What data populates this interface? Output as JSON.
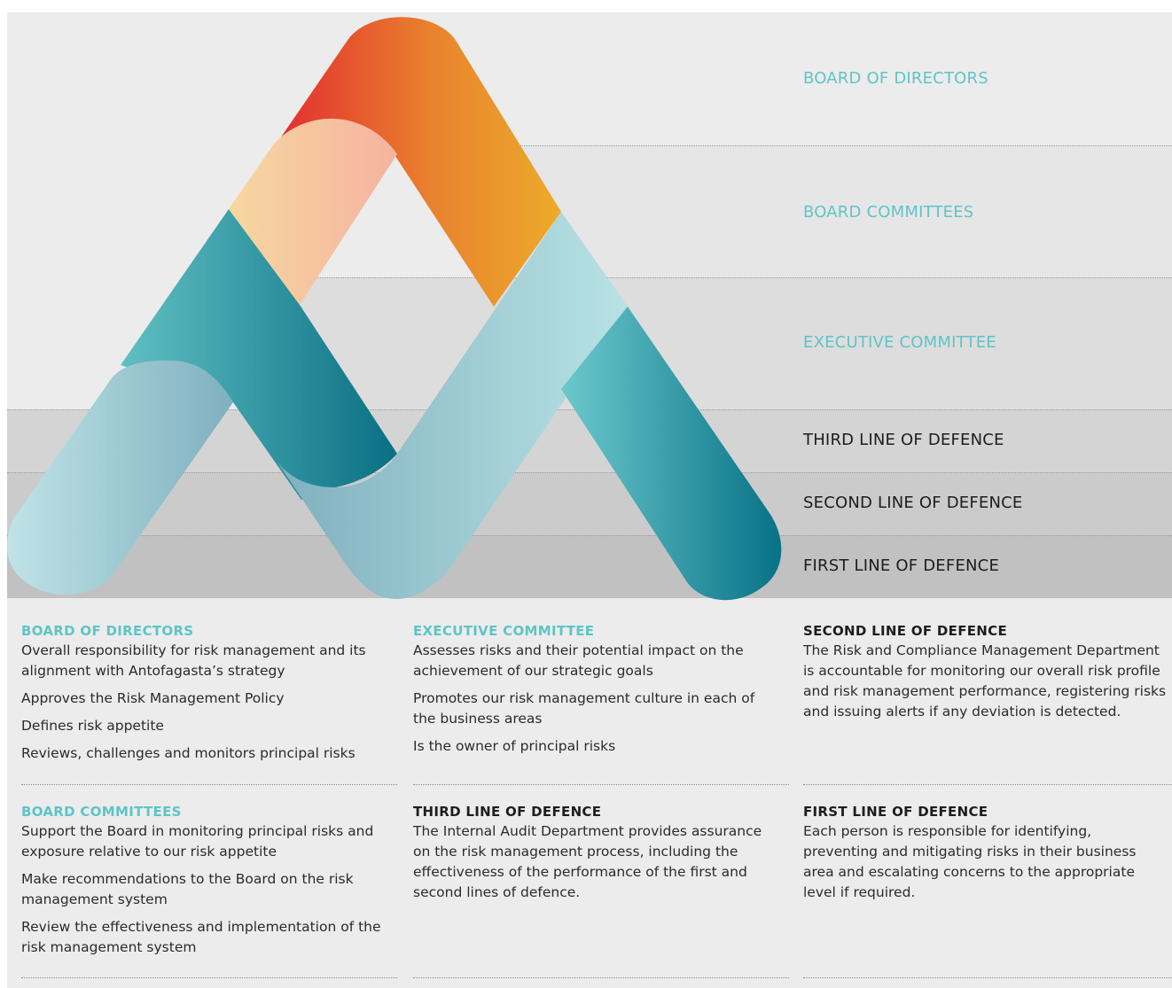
{
  "colors": {
    "background": "#ececec",
    "teal_text": "#5fc4c6",
    "dark_text": "#1d1d1b",
    "red": "#e12b2f",
    "orange": "#e9822e",
    "amber": "#ecab2a",
    "peach": "#f6c9a3",
    "teal_dark": "#0a7085",
    "teal_light": "#b7dfe4"
  },
  "tiers": [
    {
      "label": "BOARD OF DIRECTORS",
      "style": "teal"
    },
    {
      "label": "BOARD COMMITTEES",
      "style": "teal"
    },
    {
      "label": "EXECUTIVE COMMITTEE",
      "style": "teal"
    },
    {
      "label": "THIRD LINE OF DEFENCE",
      "style": "dark"
    },
    {
      "label": "SECOND LINE OF DEFENCE",
      "style": "dark"
    },
    {
      "label": "FIRST LINE OF DEFENCE",
      "style": "dark"
    }
  ],
  "board_of_directors": {
    "title": "BOARD OF DIRECTORS",
    "items": [
      "Overall responsibility for risk management and its alignment with Antofagasta’s strategy",
      "Approves the Risk Management Policy",
      "Defines risk appetite",
      "Reviews, challenges and monitors principal risks"
    ]
  },
  "board_committees": {
    "title": "BOARD COMMITTEES",
    "items": [
      "Support the Board in monitoring principal risks and exposure relative to our risk appetite",
      "Make recommendations to the Board on the risk management system",
      "Review the effectiveness and implementation of the risk management system"
    ]
  },
  "executive_committee": {
    "title": "EXECUTIVE COMMITTEE",
    "items": [
      "Assesses risks and their potential impact on the achievement of our strategic goals",
      "Promotes our risk management culture in each of the business areas",
      "Is the owner of principal risks"
    ]
  },
  "third_line": {
    "title": "THIRD LINE OF DEFENCE",
    "text": "The Internal Audit Department provides assurance on the risk management process, including the effectiveness of the performance of the first and second lines of defence."
  },
  "second_line": {
    "title": "SECOND LINE OF DEFENCE",
    "text": "The Risk and Compliance Management Department is accountable for monitoring our overall risk profile and risk management performance, registering risks and issuing alerts if any deviation is detected."
  },
  "first_line": {
    "title": "FIRST LINE OF DEFENCE",
    "text": "Each person is responsible for identifying, preventing and mitigating risks in their business area and escalating concerns to the appropriate level if required."
  }
}
